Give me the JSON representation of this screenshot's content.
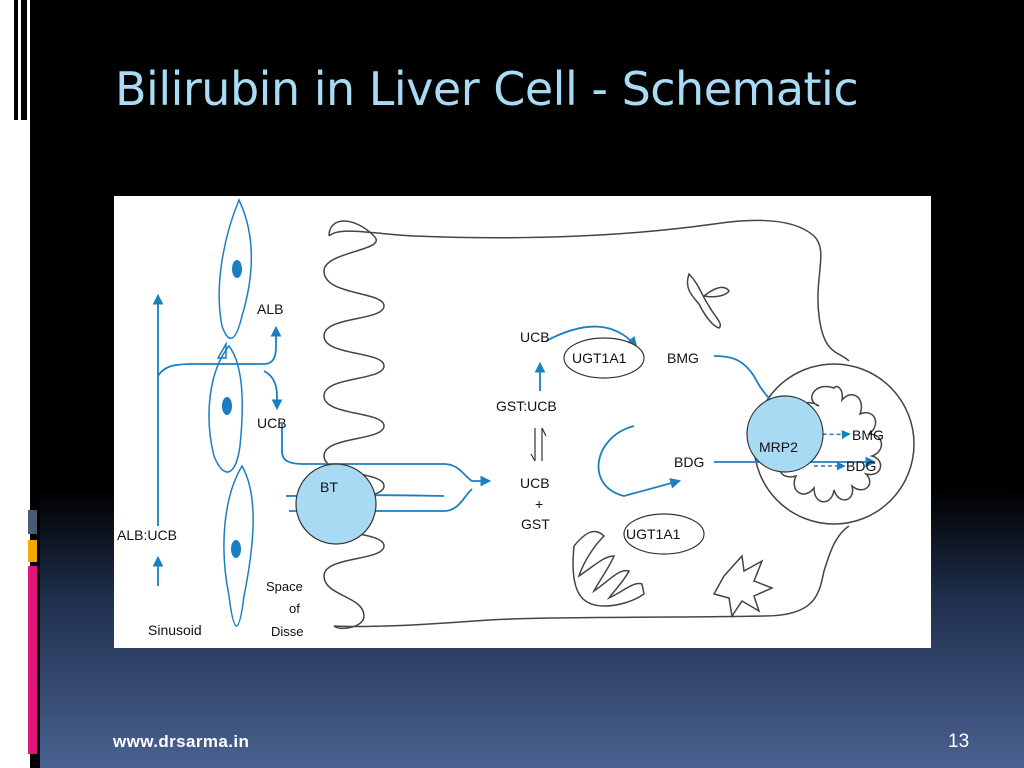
{
  "slide": {
    "title": "Bilirubin in Liver Cell - Schematic",
    "footer_url": "www.drsarma.in",
    "page_number": "13"
  },
  "accent_colors": {
    "title": "#a9dcf4",
    "diagram_blue": "#1a7fc1",
    "bubble_fill": "#a8daf3",
    "bar_magenta": "#e0147a",
    "bar_orange": "#f5a800",
    "bar_gray": "#4a5a70"
  },
  "diagram": {
    "labels": {
      "alb": "ALB",
      "ucb_left": "UCB",
      "alb_ucb": "ALB:UCB",
      "sinusoid": "Sinusoid",
      "space_of_disse_1": "Space",
      "space_of_disse_2": "of",
      "space_of_disse_3": "Disse",
      "bt": "BT",
      "ucb_top": "UCB",
      "ugt1a1_top": "UGT1A1",
      "bmg_mid": "BMG",
      "gst_ucb": "GST:UCB",
      "ucb_mid": "UCB",
      "plus": "+",
      "gst": "GST",
      "ugt1a1_bottom": "UGT1A1",
      "bdg_mid": "BDG",
      "mrp2": "MRP2",
      "bmg_canal": "BMG",
      "bdg_canal": "BDG"
    }
  }
}
